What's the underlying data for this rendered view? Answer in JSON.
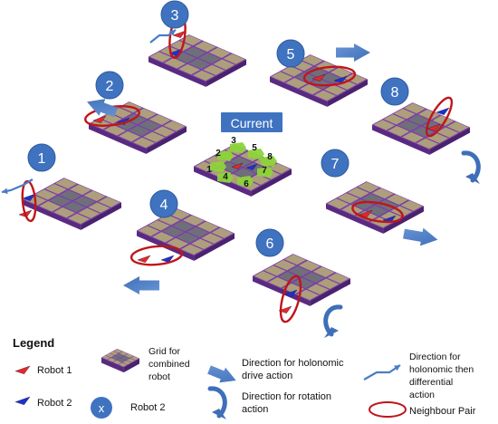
{
  "center": {
    "label": "Current",
    "numbers": [
      "1",
      "2",
      "3",
      "4",
      "5",
      "6",
      "7",
      "8"
    ]
  },
  "panels": [
    {
      "id": "1",
      "badge": "1",
      "pair": "vertical"
    },
    {
      "id": "2",
      "badge": "2",
      "pair": "horizontal"
    },
    {
      "id": "3",
      "badge": "3",
      "pair": "vertical"
    },
    {
      "id": "4",
      "badge": "4",
      "pair": "horizontal"
    },
    {
      "id": "5",
      "badge": "5",
      "pair": "horizontal"
    },
    {
      "id": "6",
      "badge": "6",
      "pair": "vertical"
    },
    {
      "id": "7",
      "badge": "7",
      "pair": "horizontal"
    },
    {
      "id": "8",
      "badge": "8",
      "pair": "vertical"
    }
  ],
  "legend": {
    "title": "Legend",
    "robot1": "Robot 1",
    "robot2": "Robot 2",
    "grid_line1": "Grid for",
    "grid_line2": "combined",
    "grid_line3": "robot",
    "x_symbol": "x",
    "x_label": "Robot 2",
    "holonomic_line1": "Direction for holonomic",
    "holonomic_line2": "drive action",
    "rotation_line1": "Direction for rotation",
    "rotation_line2": "action",
    "holo_diff_line1": "Direction for",
    "holo_diff_line2": "holonomic then",
    "holo_diff_line3": "differential",
    "holo_diff_line4": "action",
    "pair_label": "Neighbour Pair"
  },
  "colors": {
    "tile": "#ad9f7b",
    "grid_line": "#6b3fa0",
    "plate": "#7b3fa8",
    "center_tile": "#6f6f7a",
    "robot1": "#e8262c",
    "robot2": "#1f2fd6",
    "badge": "#3f73c0",
    "arrow": "#4a7cc7",
    "pair_ring": "#c0151b",
    "green": "#8cd43a"
  }
}
